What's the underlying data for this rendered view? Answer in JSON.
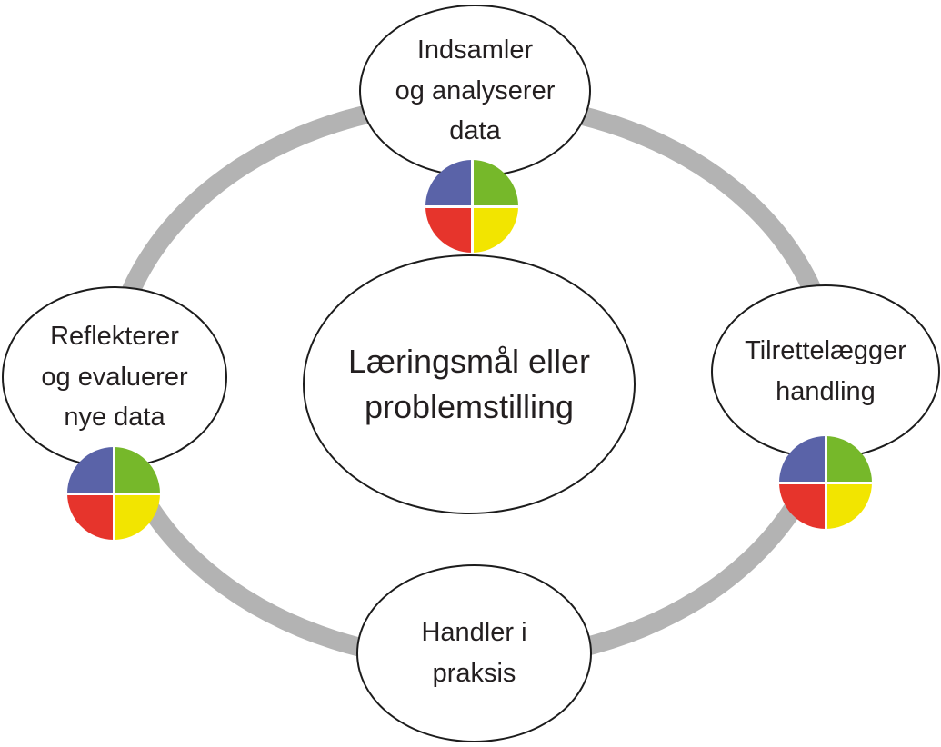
{
  "colors": {
    "ring": "#b3b3b3",
    "node_fill": "#ffffff",
    "node_stroke": "#1c1c1c",
    "text": "#231f20",
    "pie_blue": "#5a63a8",
    "pie_green": "#76b82a",
    "pie_red": "#e6342c",
    "pie_yellow": "#f2e500"
  },
  "diagram": {
    "center": {
      "label": "Læringsmål eller\nproblemstilling"
    },
    "nodes": {
      "top": {
        "label": "Indsamler\nog analyserer\ndata"
      },
      "right": {
        "label": "Tilrettelægger\nhandling"
      },
      "bottom": {
        "label": "Handler i\npraksis"
      },
      "left": {
        "label": "Reflekterer\nog evaluerer\nnye data"
      }
    },
    "icons": {
      "node_marker": "four-quadrant-pie"
    }
  }
}
